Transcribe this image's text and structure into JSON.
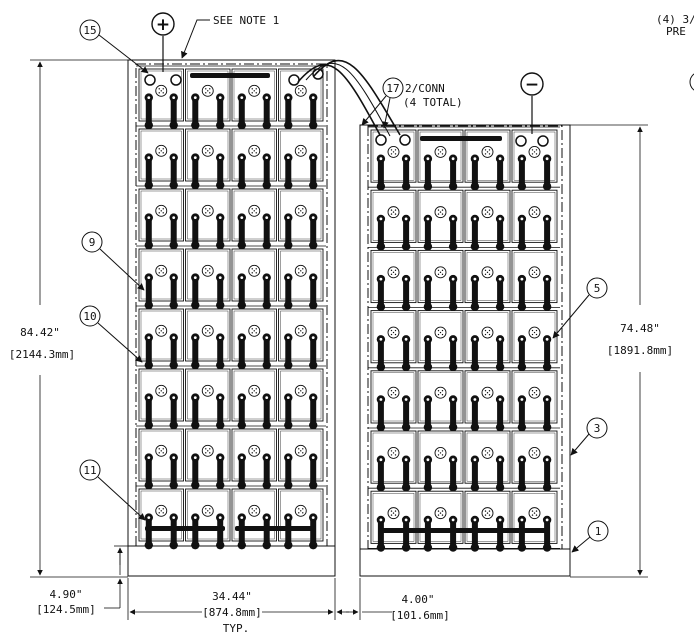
{
  "notes": {
    "top_right_line1": "(4) 3/",
    "top_right_line2": "PRE",
    "see_note": "SEE NOTE 1",
    "conn_line1": "2/CONN",
    "conn_line2": "(4 TOTAL)"
  },
  "terminals": {
    "positive": "+",
    "negative": "−"
  },
  "bubbles": {
    "b15": "15",
    "b17": "17",
    "b9": "9",
    "b10": "10",
    "b11": "11",
    "b5": "5",
    "b3": "3",
    "b1": "1"
  },
  "dimensions": {
    "left_height_in": "84.42\"",
    "left_height_mm": "[2144.3mm]",
    "right_height_in": "74.48\"",
    "right_height_mm": "[1891.8mm]",
    "base_in": "4.90\"",
    "base_mm": "[124.5mm]",
    "width_in": "34.44\"",
    "width_mm": "[874.8mm]",
    "width_note": "TYP.",
    "gap_in": "4.00\"",
    "gap_mm": "[101.6mm]"
  },
  "racks": {
    "left_tiers": 8,
    "right_tiers": 7,
    "cells_per_tier": 4
  }
}
